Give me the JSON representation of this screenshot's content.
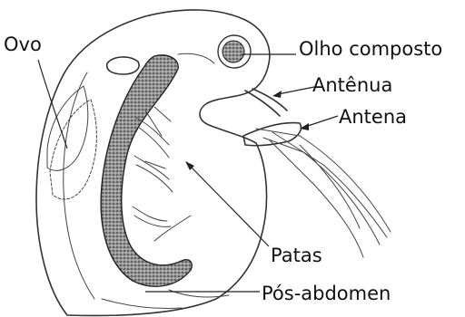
{
  "labels": {
    "ovo": "Ovo",
    "olho_composto": "Olho composto",
    "antenula": "Antênua",
    "antena": "Antena",
    "patas": "Patas",
    "pos_abdomen": "Pós-abdomen"
  }
}
